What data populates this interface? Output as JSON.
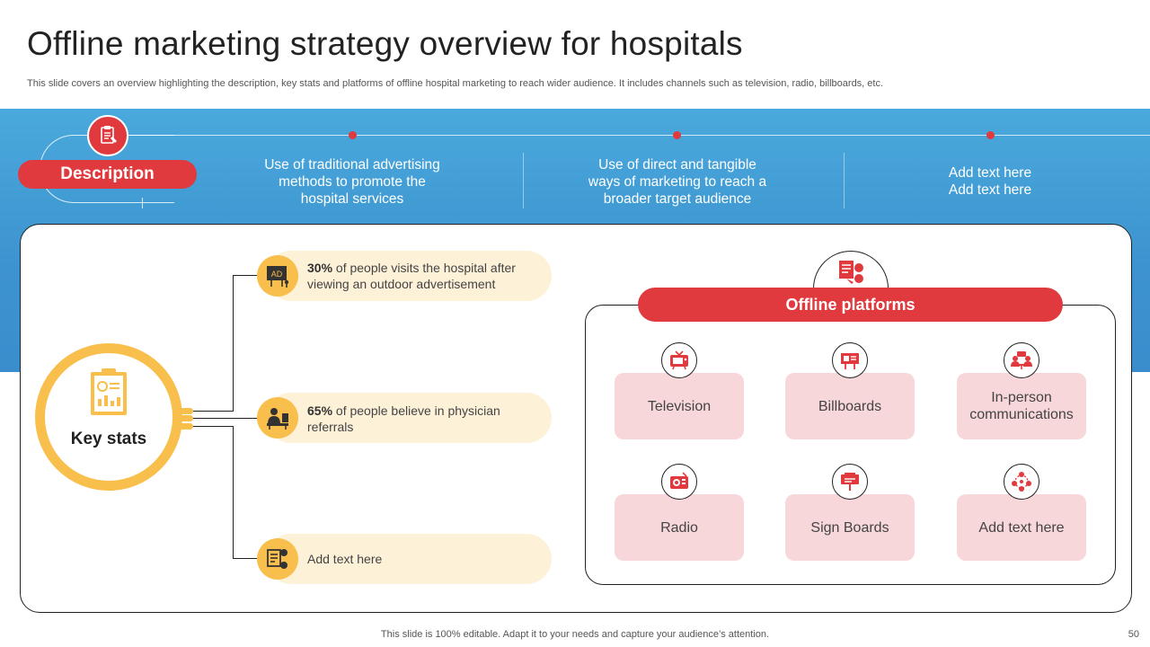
{
  "header": {
    "title": "Offline marketing strategy overview for hospitals",
    "subtitle": "This slide covers an overview highlighting the description, key stats and platforms of offline hospital marketing to reach wider audience. It includes channels such as television, radio, billboards, etc."
  },
  "description": {
    "label": "Description",
    "columns": [
      {
        "line1": "Use of traditional advertising",
        "line2": "methods to promote the",
        "line3": "hospital services"
      },
      {
        "line1": "Use of direct and tangible",
        "line2": "ways of marketing to reach a",
        "line3": "broader target audience"
      },
      {
        "line1": "Add text here",
        "line2": "Add text here",
        "line3": ""
      }
    ]
  },
  "key_stats": {
    "label": "Key stats",
    "items": [
      {
        "highlight": "30%",
        "text": " of people visits the hospital after viewing an outdoor advertisement",
        "icon": "billboard-ad-icon",
        "icon_label": "AD"
      },
      {
        "highlight": "65%",
        "text": " of people believe in physician referrals",
        "icon": "physician-desk-icon"
      },
      {
        "highlight": "",
        "text": "Add text here",
        "icon": "document-people-icon"
      }
    ]
  },
  "platforms": {
    "header": "Offline platforms",
    "items": [
      {
        "label": "Television",
        "icon": "television-icon"
      },
      {
        "label": "Billboards",
        "icon": "billboard-icon"
      },
      {
        "label": "In-person communications",
        "icon": "meeting-icon"
      },
      {
        "label": "Radio",
        "icon": "radio-icon"
      },
      {
        "label": "Sign Boards",
        "icon": "signboard-icon"
      },
      {
        "label": "Add text here",
        "icon": "network-icon"
      }
    ]
  },
  "footer": {
    "note": "This slide is 100% editable. Adapt it to your needs and capture your audience’s attention.",
    "page": "50"
  },
  "colors": {
    "accent_red": "#e03a3e",
    "band_blue": "#3d93cf",
    "stat_yellow": "#f8bf4c",
    "stat_pill": "#fdf1d8",
    "tile_pink": "#f8d7da"
  }
}
